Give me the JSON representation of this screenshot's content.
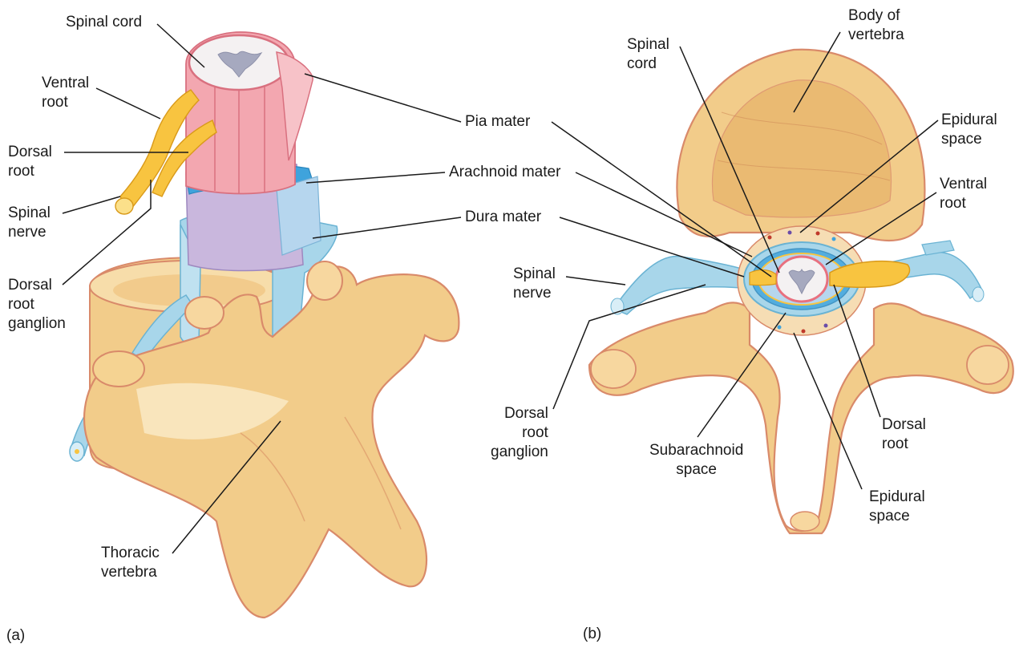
{
  "panel_a": {
    "tag": "(a)",
    "labels": {
      "spinal_cord": "Spinal cord",
      "ventral_root": "Ventral\nroot",
      "dorsal_root": "Dorsal\nroot",
      "spinal_nerve": "Spinal\nnerve",
      "dorsal_root_ganglion": "Dorsal\nroot\nganglion",
      "pia_mater": "Pia mater",
      "arachnoid_mater": "Arachnoid mater",
      "dura_mater": "Dura mater",
      "thoracic_vertebra": "Thoracic\nvertebra"
    }
  },
  "panel_b": {
    "tag": "(b)",
    "labels": {
      "body_of_vertebra": "Body of\nvertebra",
      "spinal_cord": "Spinal\ncord",
      "epidural_space_top": "Epidural\nspace",
      "ventral_root": "Ventral\nroot",
      "spinal_nerve": "Spinal\nnerve",
      "dorsal_root_ganglion": "Dorsal\nroot\nganglion",
      "subarachnoid_space": "Subarachnoid\nspace",
      "dorsal_root": "Dorsal\nroot",
      "epidural_space_bottom": "Epidural\nspace"
    }
  },
  "colors": {
    "bone": "#f2cc8a",
    "bone_light": "#faebc8",
    "bone_edge": "#d98a6a",
    "cord": "#f3a7b0",
    "white_matter": "#f4f1f2",
    "gray_matter": "#a6a9bf",
    "nerve_yellow": "#f8c440",
    "dura_blue": "#a8d6ea",
    "arachnoid_purple": "#c9b7dd",
    "arachnoid_blue": "#3fa3dc",
    "leader_line": "#1a1a1a"
  }
}
